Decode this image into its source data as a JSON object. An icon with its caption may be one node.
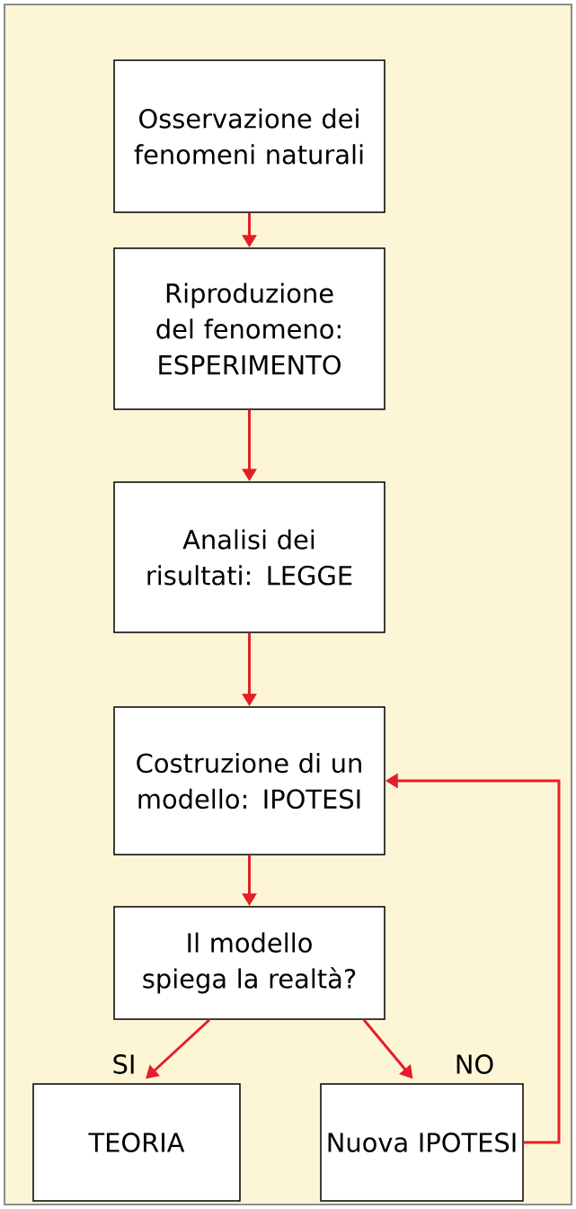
{
  "diagram": {
    "nodes": [
      {
        "text": [
          "Osservazione dei fenomeni naturali"
        ]
      },
      {
        "text": [
          "Riproduzione del fenomeno: ESPERIMENTO"
        ]
      },
      {
        "text": [
          "Analisi dei risultati: LEGGE"
        ]
      },
      {
        "text": [
          "Costruzione di un modello: IPOTESI"
        ]
      },
      {
        "text": [
          "Il modello spiega la realtà?"
        ]
      },
      {
        "text": [
          "TEORIA"
        ]
      },
      {
        "text": [
          "Nuova IPOTESI"
        ]
      }
    ],
    "edges": [
      {
        "from": 0,
        "to": 1,
        "arrow": "to"
      },
      {
        "from": 1,
        "to": 2,
        "arrow": "to"
      },
      {
        "from": 2,
        "to": 3,
        "arrow": "to"
      },
      {
        "from": 3,
        "to": 4,
        "arrow": "to"
      },
      {
        "from": 4,
        "to": 5,
        "arrow": "to",
        "label": "SI"
      },
      {
        "from": 4,
        "to": 6,
        "arrow": "to",
        "label": "NO"
      },
      {
        "from": 6,
        "to": 3,
        "arrow": "to"
      }
    ]
  }
}
